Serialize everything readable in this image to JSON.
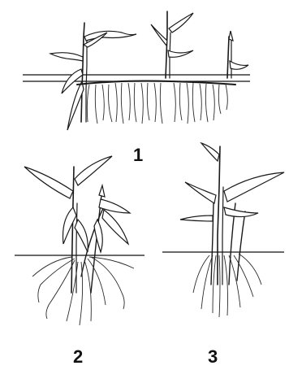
{
  "panels": [
    {
      "label": "1"
    },
    {
      "label": "2"
    },
    {
      "label": "3"
    }
  ],
  "colors": {
    "background": "#ffffff",
    "ink": "#1a1a1a"
  }
}
